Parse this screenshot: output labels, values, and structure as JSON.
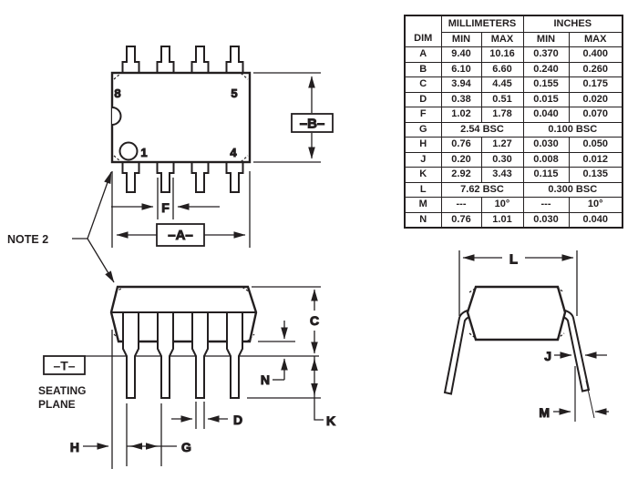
{
  "colors": {
    "ink": "#231f20",
    "paper": "#ffffff"
  },
  "drawing": {
    "note2": "NOTE 2",
    "top_view": {
      "pin8": "8",
      "pin5": "5",
      "pin1": "1",
      "pin4": "4",
      "dim_f": "F",
      "dim_a": "–A–",
      "dim_b": "–B–"
    },
    "side_view": {
      "dim_c": "C",
      "dim_n": "N",
      "dim_k": "K",
      "dim_d": "D",
      "dim_g": "G",
      "dim_h": "H",
      "datum_t": "–T–",
      "seating_line1": "SEATING",
      "seating_line2": "PLANE"
    },
    "end_view": {
      "dim_l": "L",
      "dim_j": "J",
      "dim_m": "M"
    }
  },
  "table": {
    "group_headers": {
      "millimeters": "MILLIMETERS",
      "inches": "INCHES"
    },
    "col_headers": {
      "dim": "DIM",
      "mm_min": "MIN",
      "mm_max": "MAX",
      "in_min": "MIN",
      "in_max": "MAX"
    },
    "rows": [
      {
        "dim": "A",
        "mm_min": "9.40",
        "mm_max": "10.16",
        "in_min": "0.370",
        "in_max": "0.400"
      },
      {
        "dim": "B",
        "mm_min": "6.10",
        "mm_max": "6.60",
        "in_min": "0.240",
        "in_max": "0.260"
      },
      {
        "dim": "C",
        "mm_min": "3.94",
        "mm_max": "4.45",
        "in_min": "0.155",
        "in_max": "0.175"
      },
      {
        "dim": "D",
        "mm_min": "0.38",
        "mm_max": "0.51",
        "in_min": "0.015",
        "in_max": "0.020"
      },
      {
        "dim": "F",
        "mm_min": "1.02",
        "mm_max": "1.78",
        "in_min": "0.040",
        "in_max": "0.070"
      },
      {
        "dim": "G",
        "mm": "2.54 BSC",
        "in": "0.100 BSC"
      },
      {
        "dim": "H",
        "mm_min": "0.76",
        "mm_max": "1.27",
        "in_min": "0.030",
        "in_max": "0.050"
      },
      {
        "dim": "J",
        "mm_min": "0.20",
        "mm_max": "0.30",
        "in_min": "0.008",
        "in_max": "0.012"
      },
      {
        "dim": "K",
        "mm_min": "2.92",
        "mm_max": "3.43",
        "in_min": "0.115",
        "in_max": "0.135"
      },
      {
        "dim": "L",
        "mm": "7.62 BSC",
        "in": "0.300 BSC"
      },
      {
        "dim": "M",
        "mm_min": "---",
        "mm_max": "10°",
        "in_min": "---",
        "in_max": "10°"
      },
      {
        "dim": "N",
        "mm_min": "0.76",
        "mm_max": "1.01",
        "in_min": "0.030",
        "in_max": "0.040"
      }
    ]
  }
}
